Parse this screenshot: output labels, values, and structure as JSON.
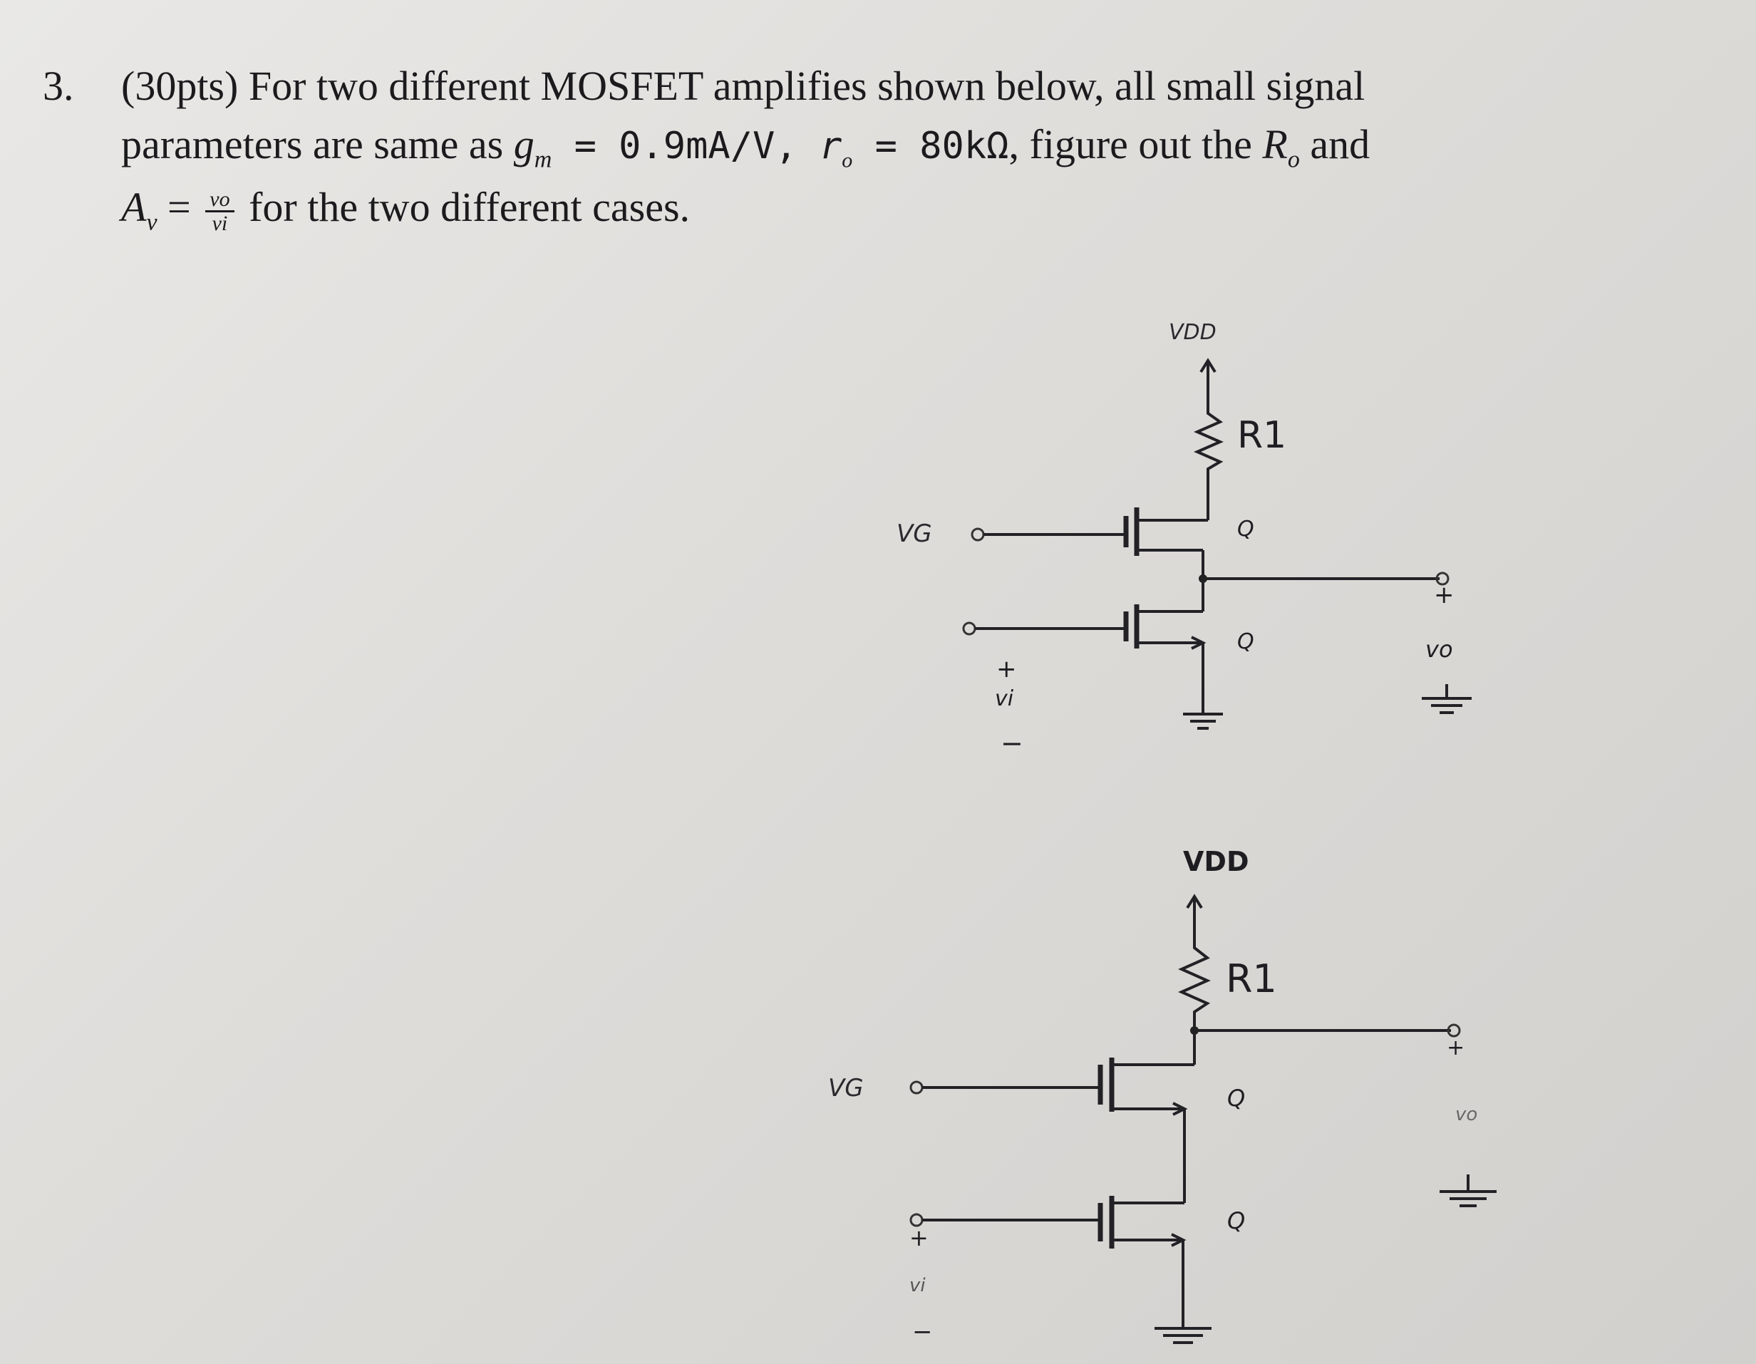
{
  "problem": {
    "number": "3.",
    "line1": "(30pts) For two different MOSFET amplifies shown below, all small signal",
    "line2_a": "parameters are same as ",
    "gm_symbol": "g",
    "gm_sub": "m",
    "line2_eq1": " = 0.9mA/V",
    "line2_sep": ", ",
    "ro_symbol": "r",
    "ro_sub": "o",
    "line2_eq2": " = 80kΩ",
    "line2_b": ", figure out the ",
    "Ro_symbol": "R",
    "Ro_sub": "o",
    "line2_c": " and",
    "Av_symbol": "A",
    "Av_sub": "v",
    "Av_eq": " = ",
    "frac_num": "vo",
    "frac_den": "vi",
    "line3_rest": " for the two different cases."
  },
  "circuit1": {
    "vdd": "VDD",
    "r1": "R1",
    "vg": "VG",
    "q_top": "Q",
    "q_bot": "Q",
    "vi_plus": "+",
    "vi": "vi",
    "vi_minus": "−",
    "vo_plus": "+",
    "vo": "vo"
  },
  "circuit2": {
    "vdd": "VDD",
    "r1": "R1",
    "vg": "VG",
    "q_top": "Q",
    "q_bot": "Q",
    "vi_plus": "+",
    "vi": "vi",
    "vi_minus": "−",
    "vo_plus": "+",
    "vo": "vo"
  }
}
